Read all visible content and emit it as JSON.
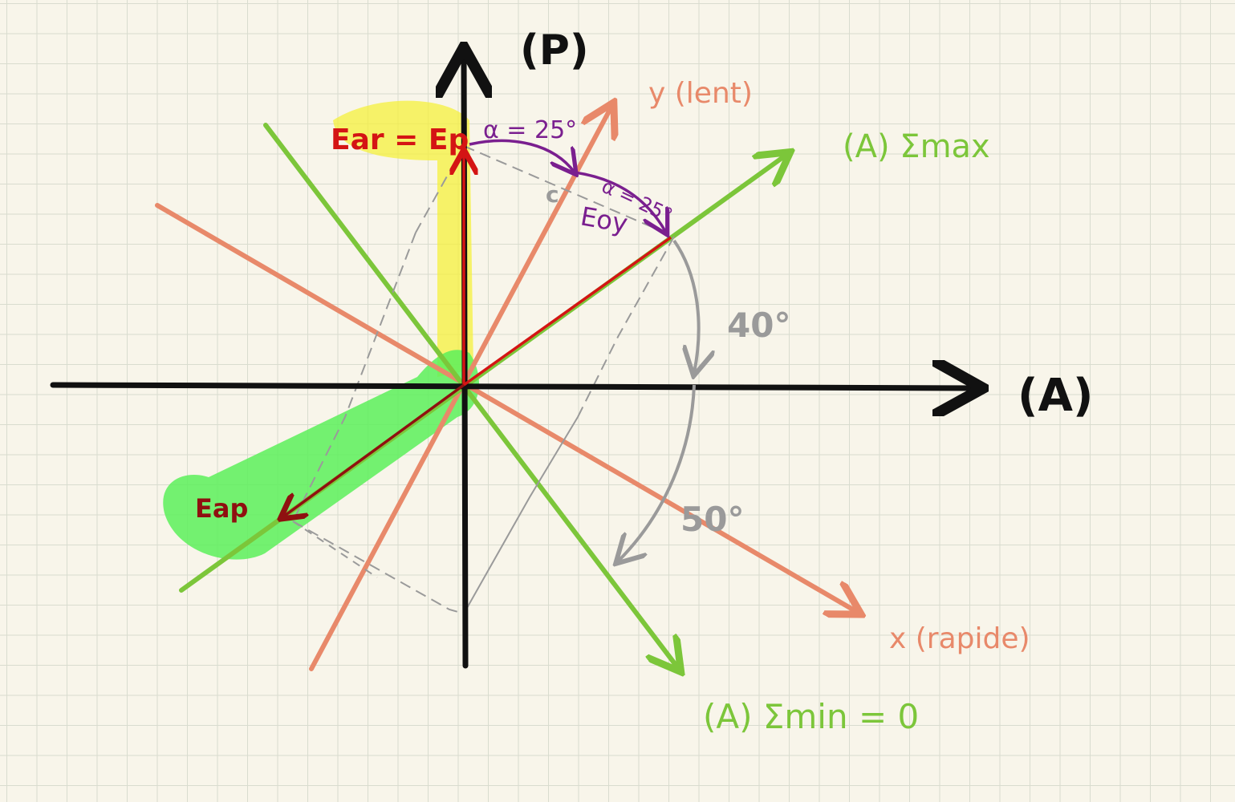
{
  "diagram": {
    "axis_labels": {
      "vertical": "(P)",
      "horizontal": "(A)"
    },
    "rapid_axis_label": "x (rapide)",
    "slow_axis_label": "y (lent)",
    "green_max_label": "(A) Σmax",
    "green_min_label": "(A) Σmin = 0",
    "vector_top_label": "Ear = Ep",
    "vector_bottom_label": "Eap",
    "angle_alpha_1": "α = 25°",
    "angle_alpha_2": "α = 25°",
    "eoy_label": "Eoy",
    "angle_40": "40°",
    "angle_50": "50°",
    "small_mark": "c",
    "colors": {
      "axes": "#111111",
      "orange": "#e8896a",
      "green": "#7cc63a",
      "red": "#d41414",
      "dark_red": "#8f1010",
      "purple": "#7a1f8f",
      "grey": "#9a9a9a",
      "yellow_highlight": "#f5f03c",
      "green_highlight": "#5cf05a"
    }
  }
}
